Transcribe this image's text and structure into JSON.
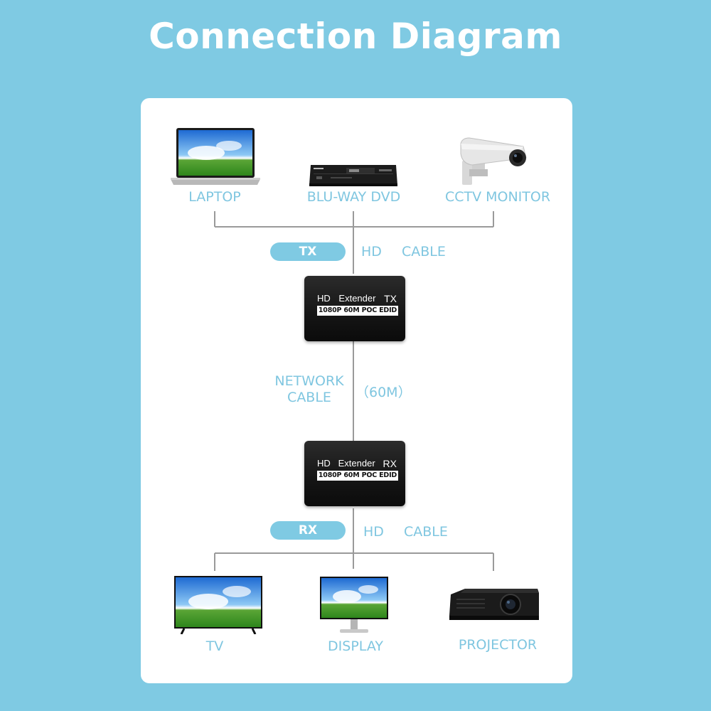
{
  "title": "Connection Diagram",
  "sources": [
    {
      "label": "LAPTOP",
      "icon": "laptop-icon"
    },
    {
      "label": "BLU-WAY DVD",
      "icon": "dvd-player-icon"
    },
    {
      "label": "CCTV MONITOR",
      "icon": "cctv-camera-icon"
    }
  ],
  "tx": {
    "pill": "TX",
    "cable_left": "HD",
    "cable_right": "CABLE",
    "device": {
      "brand": "HD",
      "name": "Extender",
      "role": "TX",
      "spec": "1080P 60M POC EDID"
    }
  },
  "network": {
    "label_line1": "NETWORK",
    "label_line2": "CABLE",
    "distance": "（60M）"
  },
  "rx": {
    "pill": "RX",
    "cable_left": "HD",
    "cable_right": "CABLE",
    "device": {
      "brand": "HD",
      "name": "Extender",
      "role": "RX",
      "spec": "1080P 60M POC EDID"
    }
  },
  "outputs": [
    {
      "label": "TV",
      "icon": "tv-icon"
    },
    {
      "label": "DISPLAY",
      "icon": "monitor-icon"
    },
    {
      "label": "PROJECTOR",
      "icon": "projector-icon"
    }
  ],
  "colors": {
    "background": "#7fcae3",
    "label": "#7fc6e0",
    "line": "#9a9a9a",
    "card": "#ffffff"
  }
}
